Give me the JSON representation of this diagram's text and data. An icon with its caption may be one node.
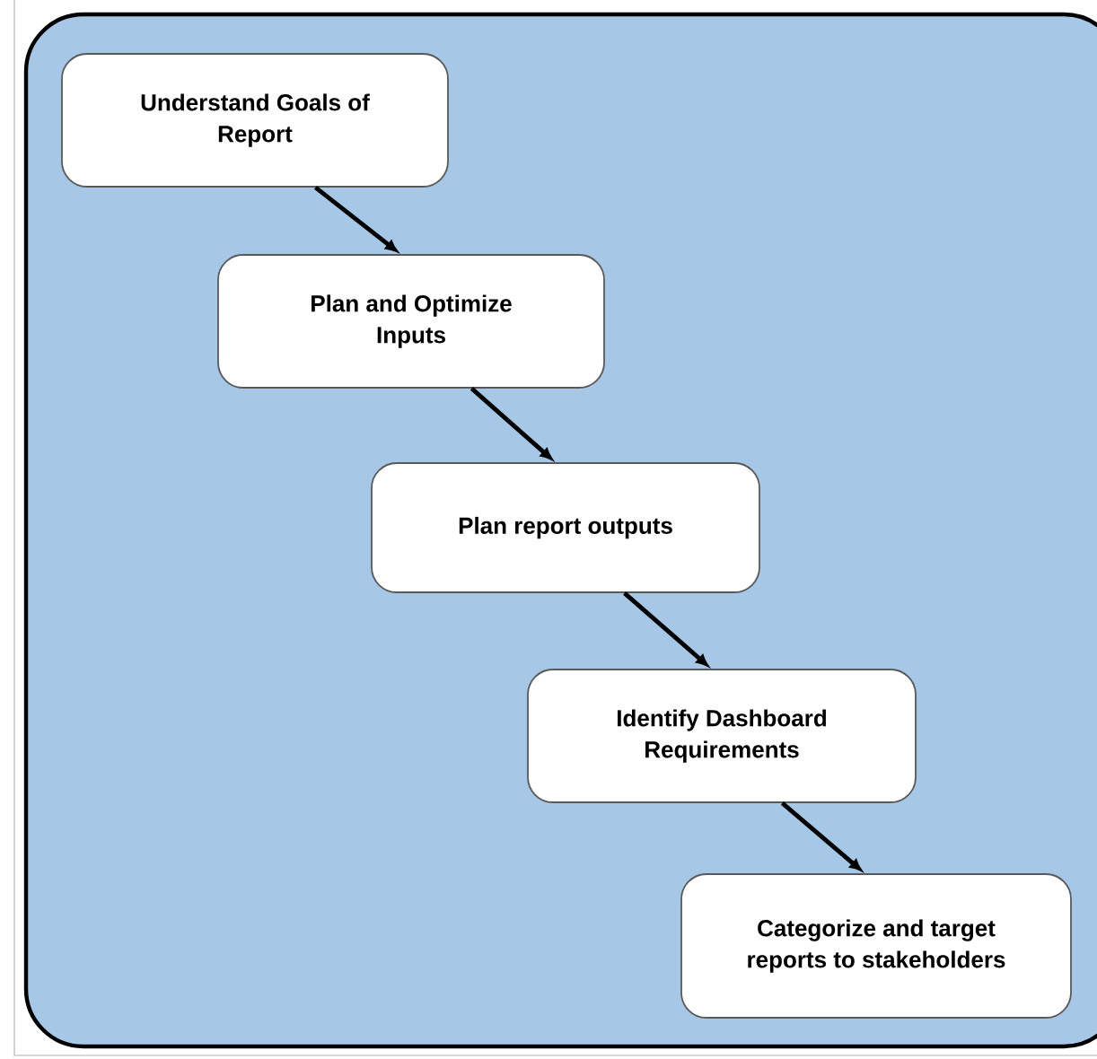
{
  "diagram": {
    "nodes": [
      {
        "text": [],
        "shape": "box"
      },
      {
        "text": [
          "Understand Goals of Report"
        ],
        "in": 0
      },
      {
        "text": [
          "Plan and Optimize Inputs"
        ],
        "in": 0
      },
      {
        "text": [
          "Plan report outputs"
        ],
        "in": 0
      },
      {
        "text": [
          "Identify Dashboard Requirements"
        ],
        "in": 0
      },
      {
        "text": [
          "Categorize and target reports to stakeholders"
        ],
        "in": 0
      }
    ],
    "edges": [
      {
        "from": 1,
        "to": 2,
        "arrow": "to"
      },
      {
        "from": 2,
        "to": 3,
        "arrow": "to"
      },
      {
        "from": 3,
        "to": 4,
        "arrow": "to"
      },
      {
        "from": 4,
        "to": 5,
        "arrow": "to"
      }
    ]
  }
}
